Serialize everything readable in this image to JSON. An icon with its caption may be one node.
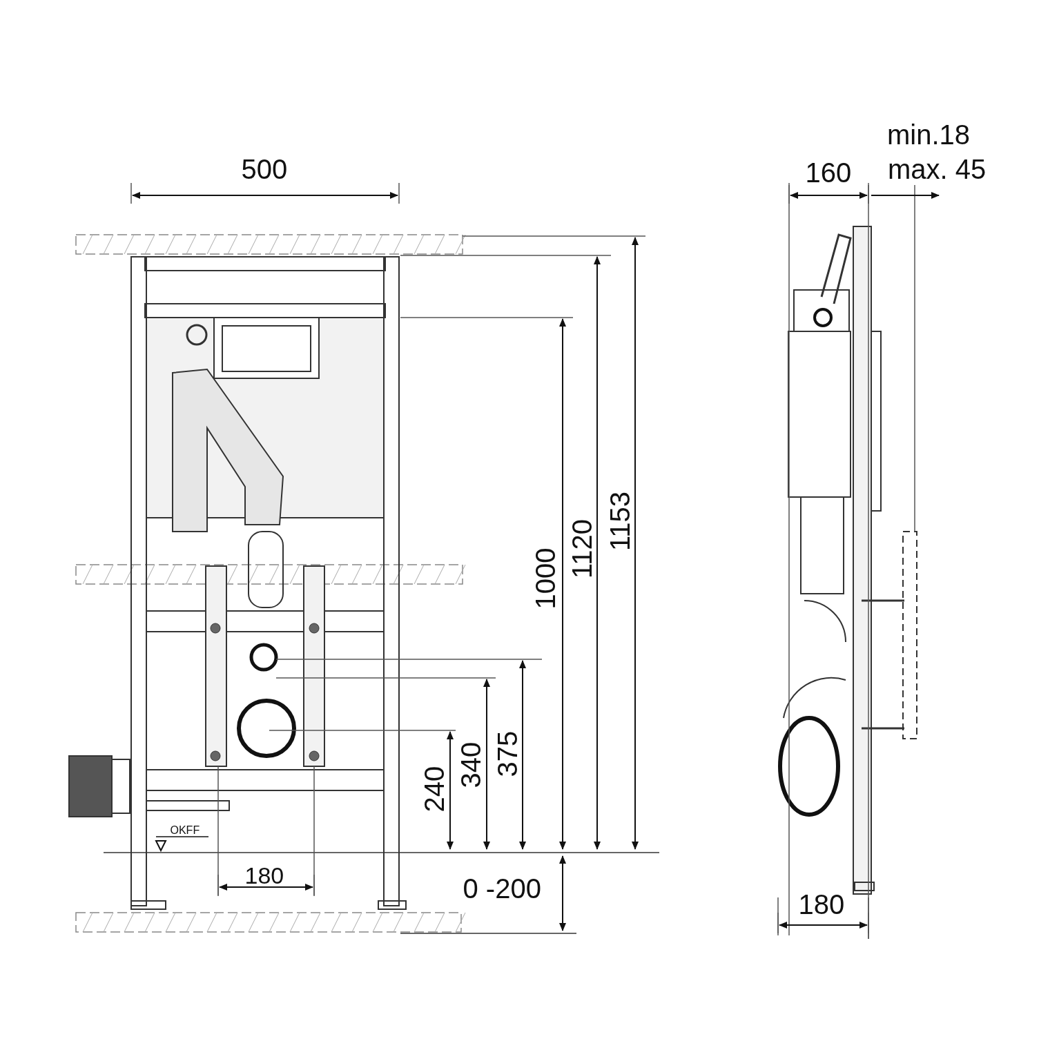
{
  "diagram": {
    "labels": [
      "min.18",
      "max. 45",
      "500",
      "160",
      "1153",
      "1120",
      "1000",
      "375",
      "340",
      "240",
      "OKFF",
      "180",
      "0 -200",
      "180"
    ]
  }
}
